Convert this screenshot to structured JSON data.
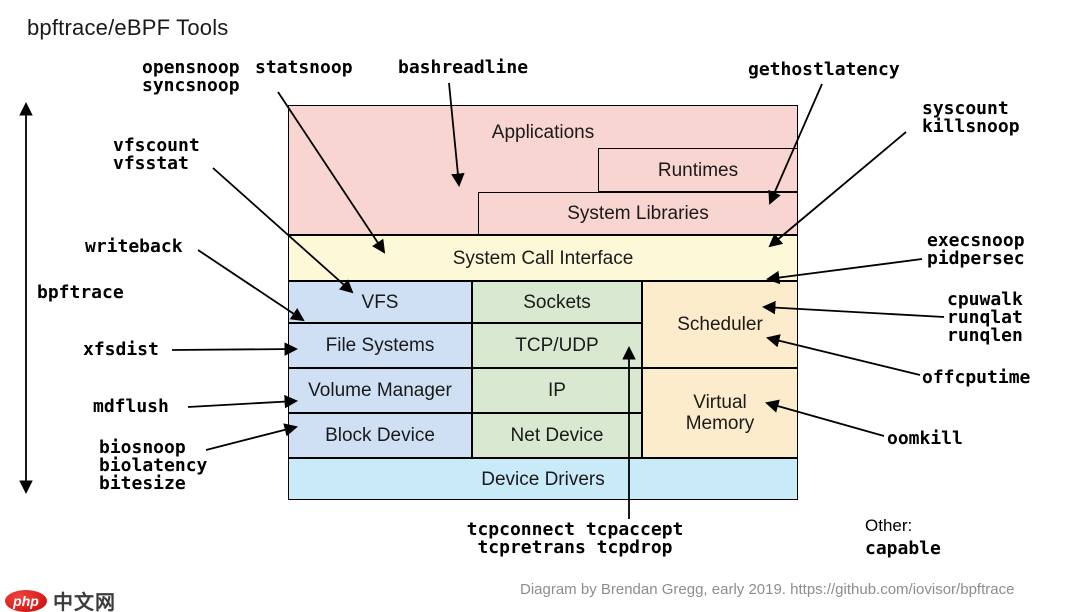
{
  "title": "bpftrace/eBPF Tools",
  "stack": {
    "applications": "Applications",
    "runtimes": "Runtimes",
    "system_libraries": "System Libraries",
    "syscall_interface": "System Call Interface",
    "vfs": "VFS",
    "sockets": "Sockets",
    "scheduler": "Scheduler",
    "file_systems": "File Systems",
    "tcp_udp": "TCP/UDP",
    "volume_manager": "Volume Manager",
    "ip": "IP",
    "virtual_memory": "Virtual\nMemory",
    "block_device": "Block Device",
    "net_device": "Net Device",
    "device_drivers": "Device Drivers"
  },
  "tools": {
    "opensnoop_syncsnoop": "opensnoop\nsyncsnoop",
    "statsnoop": "statsnoop",
    "bashreadline": "bashreadline",
    "gethostlatency": "gethostlatency",
    "syscount_killsnoop": "syscount\nkillsnoop",
    "vfscount_vfsstat": "vfscount\nvfsstat",
    "writeback": "writeback",
    "bpftrace": "bpftrace",
    "xfsdist": "xfsdist",
    "mdflush": "mdflush",
    "bio_group": "biosnoop\nbiolatency\nbitesize",
    "execsnoop_pidpersec": "execsnoop\npidpersec",
    "cpu_group": "cpuwalk\nrunqlat\nrunqlen",
    "offcputime": "offcputime",
    "oomkill": "oomkill",
    "tcp_group": "tcpconnect tcpaccept\ntcpretrans tcpdrop",
    "other_label": "Other:",
    "capable": "capable"
  },
  "footer": {
    "credit": "Diagram by Brendan Gregg, early 2019. https://github.com/iovisor/bpftrace"
  },
  "watermark": {
    "badge": "php",
    "text": "中文网"
  },
  "colors": {
    "applications": "#f9d5d2",
    "syscall_interface": "#fdf8d7",
    "storage_column": "#cfdff4",
    "network_column": "#d9e8d1",
    "scheduler_column": "#fceccb",
    "device_drivers": "#c8eaf9",
    "credit_text": "#8d8d8d"
  }
}
